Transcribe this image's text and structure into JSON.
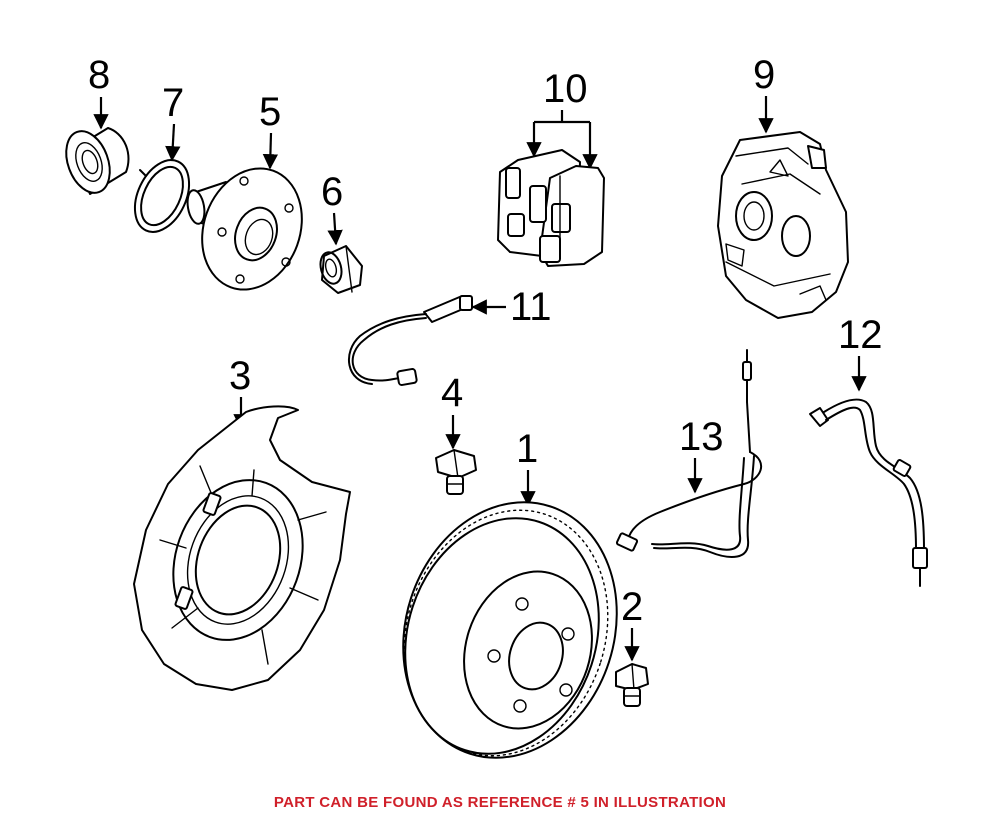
{
  "callouts": [
    {
      "id": "8",
      "label": "8"
    },
    {
      "id": "7",
      "label": "7"
    },
    {
      "id": "5",
      "label": "5"
    },
    {
      "id": "6",
      "label": "6"
    },
    {
      "id": "10",
      "label": "10"
    },
    {
      "id": "9",
      "label": "9"
    },
    {
      "id": "11",
      "label": "11"
    },
    {
      "id": "3",
      "label": "3"
    },
    {
      "id": "4",
      "label": "4"
    },
    {
      "id": "1",
      "label": "1"
    },
    {
      "id": "13",
      "label": "13"
    },
    {
      "id": "12",
      "label": "12"
    },
    {
      "id": "2",
      "label": "2"
    }
  ],
  "footer": {
    "note": "PART CAN BE FOUND AS REFERENCE # 5 IN ILLUSTRATION",
    "color": "#d0202a"
  },
  "colors": {
    "line": "#000000",
    "background": "#ffffff"
  }
}
